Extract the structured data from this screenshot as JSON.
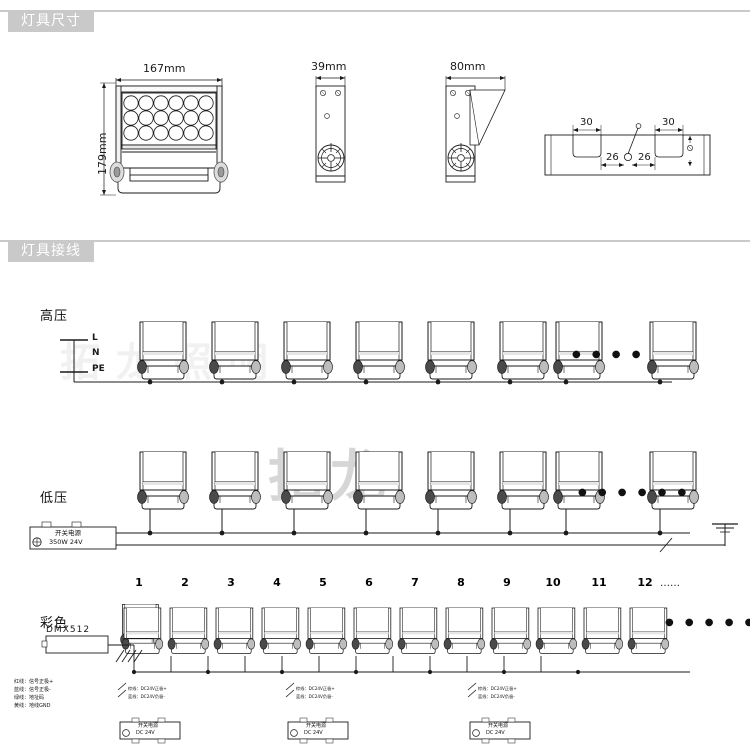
{
  "sections": {
    "dimensions": {
      "title": "灯具尺寸"
    },
    "wiring": {
      "title": "灯具接线"
    }
  },
  "dimensions": {
    "front_view": {
      "width_label": "167mm",
      "height_label": "179mm",
      "led_columns": 6,
      "led_rows": 3,
      "led_count": 18
    },
    "side_view": {
      "depth_label": "39mm"
    },
    "bracket_view": {
      "depth_label": "80mm"
    },
    "base_view": {
      "dim_left_outer": "30",
      "dim_left_inner": "26",
      "dim_right_inner": "26",
      "dim_right_outer": "30"
    }
  },
  "wiring": {
    "high_voltage": {
      "title": "高压",
      "terminals": [
        "L",
        "N",
        "PE"
      ],
      "fixture_count": 8,
      "ellipsis": "● ● ● ●"
    },
    "low_voltage": {
      "title": "低压",
      "psu": {
        "line1": "开关电源",
        "line2": "350W  24V"
      },
      "fixture_count": 8,
      "ellipsis": "● ● ● ● ● ●"
    },
    "color": {
      "title": "彩色",
      "controller": "DMX512",
      "numbers": [
        "1",
        "2",
        "3",
        "4",
        "5",
        "6",
        "7",
        "8",
        "9",
        "10",
        "11",
        "12"
      ],
      "numbers_trailing": "……",
      "ellipsis": "● ● ● ● ●",
      "dmx_legend": [
        "红线：信号正极+",
        "蓝线：信号正极-",
        "绿线：地址码",
        "黄线：地线GND"
      ],
      "dc_legend_groups": [
        [
          "棕线：DC24V正极+",
          "蓝线：DC24V负极-"
        ],
        [
          "棕线：DC24V正极+",
          "蓝线：DC24V负极-"
        ],
        [
          "棕线：DC24V正极+",
          "蓝线：DC24V负极-"
        ]
      ],
      "psu_boxes": [
        {
          "line1": "开关电源",
          "line2": "DC 24V"
        },
        {
          "line1": "开关电源",
          "line2": "DC 24V"
        },
        {
          "line1": "开关电源",
          "line2": "DC 24V"
        }
      ]
    }
  },
  "watermark": {
    "main": "拓龙",
    "strip": "拓龙照明"
  },
  "colors": {
    "band": "#c9c9c9",
    "band_text": "#ffffff",
    "line": "#1a1a1a",
    "fill": "#ffffff",
    "hatch": "#8a8a8a"
  }
}
